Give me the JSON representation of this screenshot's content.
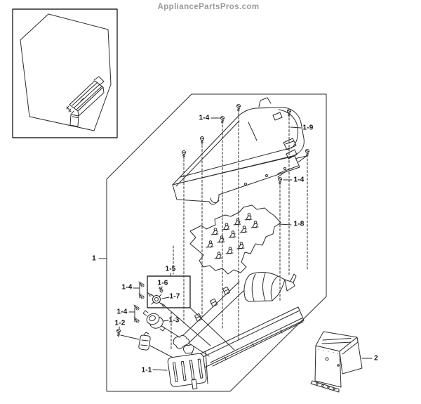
{
  "watermark": "AppliancePartsPros.com",
  "callouts": {
    "c1": "1",
    "c2": "2",
    "c1_1": "1-1",
    "c1_2": "1-2",
    "c1_3": "1-3",
    "c1_4": "1-4",
    "c1_5": "1-5",
    "c1_6": "1-6",
    "c1_7": "1-7",
    "c1_8": "1-8",
    "c1_9": "1-9"
  },
  "colors": {
    "background": "#ffffff",
    "line": "#2b2b2b",
    "watermark_text": "#9a9a9a",
    "label_text": "#111111"
  }
}
